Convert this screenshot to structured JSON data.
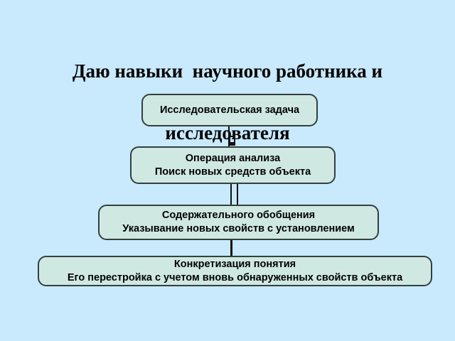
{
  "title": {
    "line1": "Даю навыки  научного работника и",
    "line2": "исследователя"
  },
  "flowchart": {
    "boxes": [
      {
        "id": "research-task",
        "lines": [
          "Исследовательская задача"
        ]
      },
      {
        "id": "analysis-operation",
        "lines": [
          "Операция анализа",
          "Поиск новых средств объекта"
        ]
      },
      {
        "id": "meaningful-generalization",
        "lines": [
          "Содержательного обобщения",
          "Указывание новых свойств с установлением"
        ]
      },
      {
        "id": "concept-concretization",
        "lines": [
          "Конкретизация понятия",
          "Его перестройка с учетом вновь обнаруженных свойств объекта"
        ]
      }
    ],
    "connectors": [
      {
        "from": "research-task",
        "to": "analysis-operation",
        "style": "single-line-with-anchor-glyph"
      },
      {
        "from": "analysis-operation",
        "to": "meaningful-generalization",
        "style": "double-line"
      },
      {
        "from": "meaningful-generalization",
        "to": "concept-concretization",
        "style": "single-line"
      }
    ]
  },
  "colors": {
    "background": "#c9e9fc",
    "box_fill": "#cfe8e2",
    "box_border": "#333f40",
    "connector": "#111111",
    "text": "#000000"
  }
}
